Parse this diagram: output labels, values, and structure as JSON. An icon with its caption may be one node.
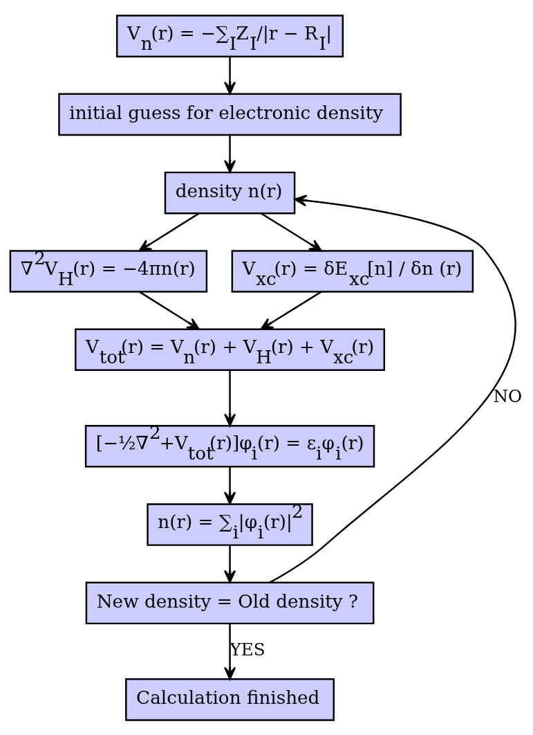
{
  "diagram": {
    "nodes": [
      {
        "text": [
          "V$_{n}$(r) = −∑$_{I}$Z$_{I}$/|r − R$_{I}$|"
        ]
      },
      {
        "text": [
          "initial guess for electronic density"
        ]
      },
      {
        "text": [
          "density n(r)"
        ]
      },
      {
        "text": [
          "∇$^{2}$V$_{H}$(r) = −4πn(r)"
        ]
      },
      {
        "text": [
          "V$_{xc}$(r) = δE$_{xc}$[n] / δn (r)"
        ]
      },
      {
        "text": [
          "V$_{tot}$(r) = V$_{n}$(r) + V$_{H}$(r) + V$_{xc}$(r)"
        ]
      },
      {
        "text": [
          "[−½∇$^{2}$+V$_{tot}$(r)]φ$_{i}$(r) = ε$_{i}$φ$_{i}$(r)"
        ]
      },
      {
        "text": [
          "n(r) = ∑$_{i}$|φ$_{i}$(r)|$^{2}$"
        ]
      },
      {
        "text": [
          "New density = Old density ?"
        ]
      },
      {
        "text": [
          "Calculation finished"
        ]
      }
    ],
    "edges": [
      {
        "from": 0,
        "to": 1,
        "arrow": "to"
      },
      {
        "from": 1,
        "to": 2,
        "arrow": "to"
      },
      {
        "from": 2,
        "to": 3,
        "arrow": "to"
      },
      {
        "from": 2,
        "to": 4,
        "arrow": "to"
      },
      {
        "from": 3,
        "to": 5,
        "arrow": "to"
      },
      {
        "from": 4,
        "to": 5,
        "arrow": "to"
      },
      {
        "from": 5,
        "to": 6,
        "arrow": "to"
      },
      {
        "from": 6,
        "to": 7,
        "arrow": "to"
      },
      {
        "from": 7,
        "to": 8,
        "arrow": "to"
      },
      {
        "from": 8,
        "to": 2,
        "arrow": "to",
        "label": "NO"
      },
      {
        "from": 8,
        "to": 9,
        "arrow": "to",
        "label": "YES"
      }
    ]
  }
}
